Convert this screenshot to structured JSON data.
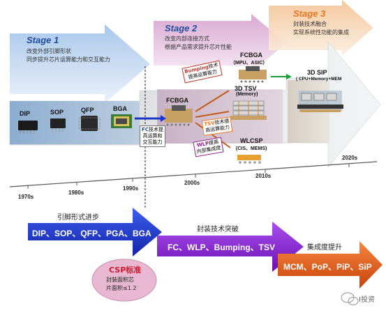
{
  "stages": [
    {
      "title": "Stage 1",
      "desc": [
        "改变外部引脚形状",
        "同步提升芯片运算能力和交互能力"
      ],
      "color": "#1f4e9e"
    },
    {
      "title": "Stage 2",
      "desc": [
        "改变内部连接方式",
        "根据产品需求提升芯片性能"
      ],
      "color": "#1f4e9e"
    },
    {
      "title": "Stage 3",
      "desc": [
        "封装技术融合",
        "实现系统性功能的集成"
      ],
      "color": "#e87722"
    }
  ],
  "packages": {
    "dip": "DIP",
    "sop": "SOP",
    "qfp": "QFP",
    "bga": "BGA",
    "fcbga": "FCBGA",
    "fcbga2": "FCBGA",
    "fcbga2_sub": "（MPU、ASIC）",
    "tsv3d": "3D TSV",
    "tsv3d_sub": "(Memory)",
    "wlcsp": "WLCSP",
    "wlcsp_sub": "(CIS、MEMS)",
    "sip3d": "3D SIP",
    "sip3d_sub": "( CPU+Memory+MEM"
  },
  "callouts": {
    "fc": {
      "hl": "FC",
      "rest": "技术提",
      "lines": [
        "高运算和",
        "交互能力"
      ],
      "color": "#1f4e9e"
    },
    "bumping": {
      "hl": "Bumping",
      "rest": "技术",
      "lines": [
        "提高运算能力"
      ],
      "color": "#c0392b"
    },
    "tsv": {
      "hl": "TSV",
      "rest": "技术提",
      "lines": [
        "高运算能力"
      ],
      "color": "#e87722"
    },
    "wlp": {
      "hl": "WLP",
      "rest": "提高",
      "lines": [
        "内部集成度"
      ],
      "color": "#8e1a8e"
    }
  },
  "years": {
    "y1970": "1970s",
    "y1980": "1980s",
    "y1990": "1990s",
    "y2000": "2000s",
    "y2010": "2010s",
    "y2020": "2020s"
  },
  "bars": {
    "b1_caption": "引脚形式进步",
    "b1_text": "DIP、SOP、QFP、PGA、BGA",
    "b2_caption": "封装技术突破",
    "b2_text": "FC、WLP、Bumping、TSV",
    "b3_caption": "集成度提升",
    "b3_text": "MCM、PoP、PiP、SiP"
  },
  "csp": {
    "title": "CSP标准",
    "line1": "封装面积芯",
    "line2": "片面积≤1.2"
  },
  "watermark": "I投资",
  "colors": {
    "blue_arrow": "#1a35c9",
    "purple_arrow": "#8c1fd6",
    "orange_arrow": "#e8580e",
    "csp_red": "#d0192a",
    "csp_bg": "#e8b8d2"
  }
}
